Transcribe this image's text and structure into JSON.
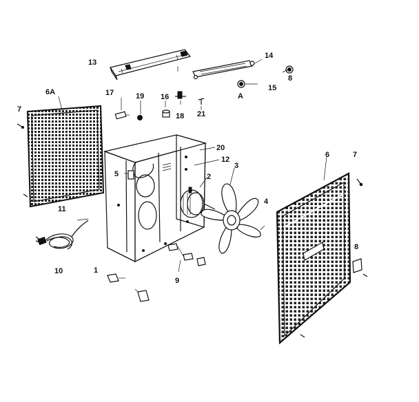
{
  "diagram": {
    "labels": {
      "p1": "1",
      "p2": "2",
      "p3": "3",
      "p4": "4",
      "p5": "5",
      "p6": "6",
      "p6a": "6A",
      "p7_left": "7",
      "p7_right": "7",
      "p8_top": "8",
      "p8_right": "8",
      "p9": "9",
      "p10": "10",
      "p11": "11",
      "p12": "12",
      "p13": "13",
      "p14": "14",
      "p15": "15",
      "p16": "16",
      "p17": "17",
      "p18": "18",
      "p19": "19",
      "p20": "20",
      "p21": "21",
      "pA": "A"
    }
  }
}
